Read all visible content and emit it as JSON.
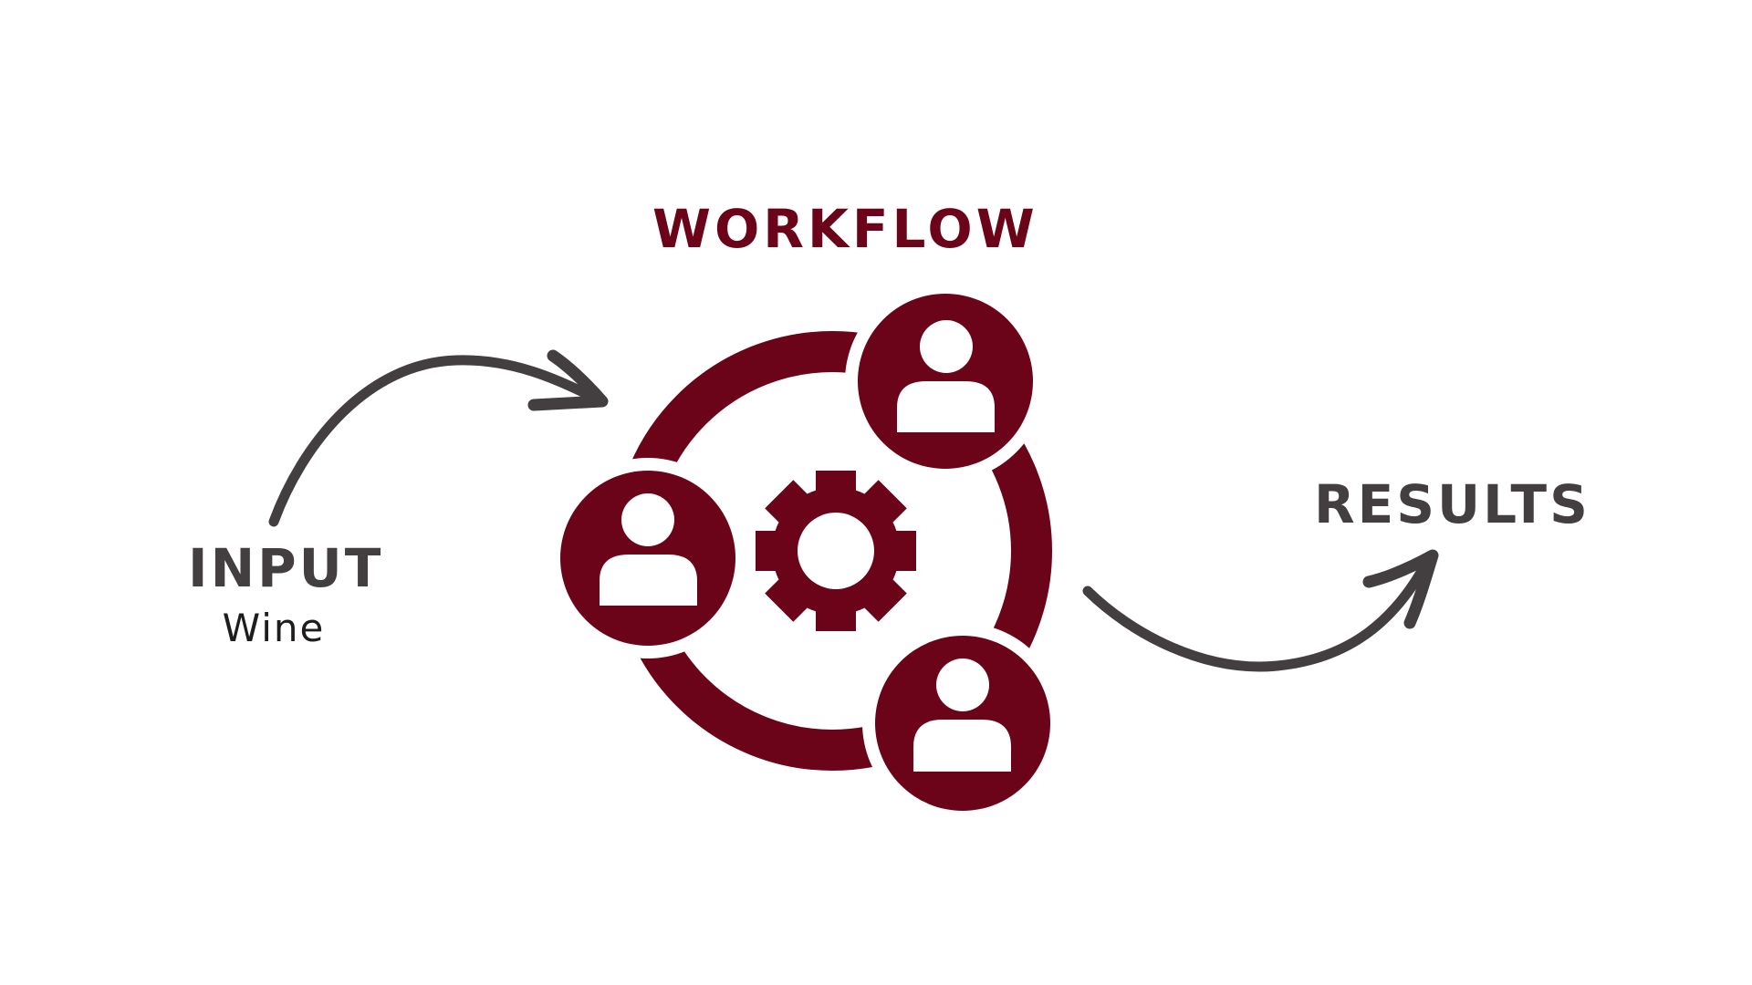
{
  "colors": {
    "accent": "#6b0419",
    "text_dark": "#433e3f",
    "background": "#ffffff"
  },
  "workflow": {
    "title": "WORKFLOW",
    "center_icon": "gear-icon",
    "member_icon": "person-icon",
    "members_count": 3
  },
  "input": {
    "title": "INPUT",
    "subtitle": "Wine"
  },
  "results": {
    "title": "RESULTS"
  },
  "connectors": [
    {
      "from": "input",
      "to": "workflow",
      "icon": "curved-arrow-icon"
    },
    {
      "from": "workflow",
      "to": "results",
      "icon": "curved-arrow-icon"
    }
  ]
}
